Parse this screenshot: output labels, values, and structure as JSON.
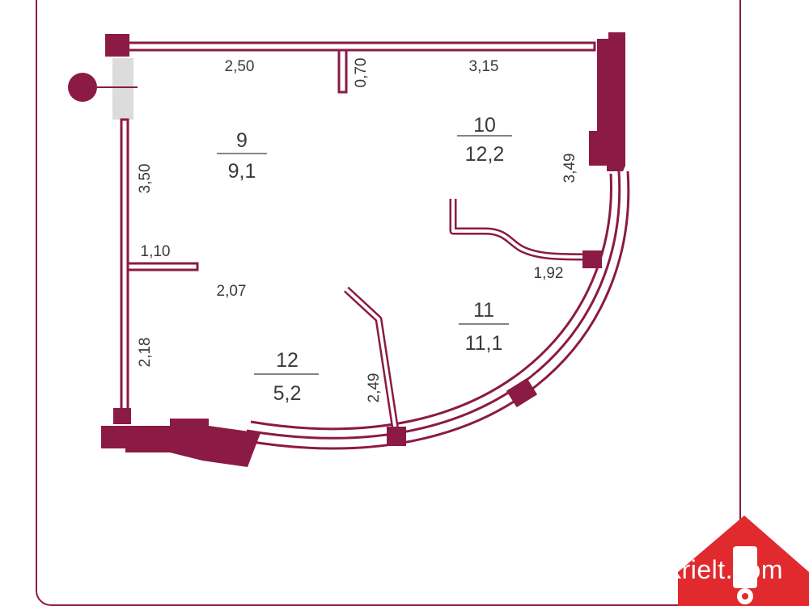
{
  "colors": {
    "wall": "#8b1a44",
    "frame": "#8b1a44",
    "text": "#3a3a3a",
    "window_panel": "#dcdcdc",
    "watermark": "#e02a2e"
  },
  "dimensions": {
    "top_left": "2,50",
    "niche": "0,70",
    "top_right": "3,15",
    "left_upper": "3,50",
    "right_upper": "3,49",
    "partition_left": "1,10",
    "partition_right_mid": "2,07",
    "left_lower": "2,18",
    "partition_curved": "1,92",
    "partition_diagonal": "2,49"
  },
  "rooms": [
    {
      "number": "9",
      "area": "9,1"
    },
    {
      "number": "10",
      "area": "12,2"
    },
    {
      "number": "11",
      "area": "11,1"
    },
    {
      "number": "12",
      "area": "5,2"
    }
  ],
  "watermark": {
    "site": "omskrielt.com",
    "logo_icon": "house-key-icon"
  }
}
